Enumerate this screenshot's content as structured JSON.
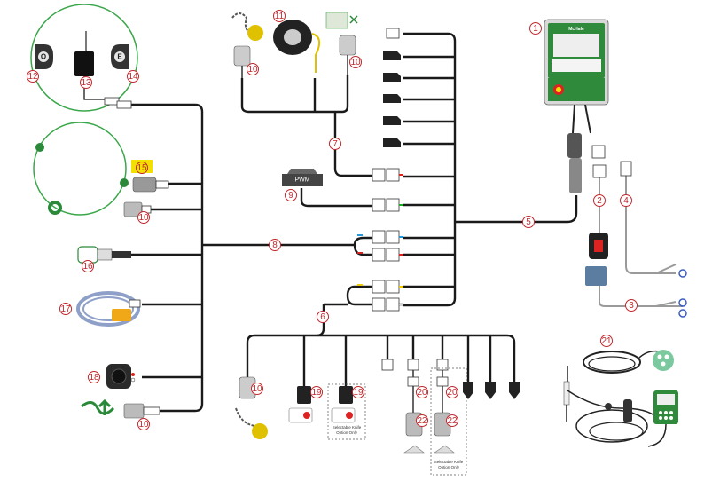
{
  "labels": {
    "controller_brand": "McHale",
    "pwm": "PWM",
    "left_control_O": "O",
    "right_control_E": "E",
    "selectable_knife_1": "Selectable Knife",
    "selectable_knife_1b": "Option Only",
    "selectable_knife_2": "Selectable Knife",
    "selectable_knife_2b": "Option Only"
  },
  "callouts": [
    "1",
    "2",
    "3",
    "4",
    "5",
    "6",
    "7",
    "8",
    "9",
    "10",
    "10",
    "10",
    "10",
    "10",
    "11",
    "12",
    "13",
    "14",
    "15",
    "16",
    "17",
    "18",
    "19",
    "19",
    "20",
    "20",
    "21",
    "22",
    "22"
  ],
  "colors": {
    "callout_red": "#c0282d",
    "ring_green": "#3aa64a",
    "highlight_yellow": "#f2e100",
    "controller_green": "#2f8a3c",
    "wire_black": "#1a1a1a",
    "wire_grey": "#9a9a9a"
  }
}
